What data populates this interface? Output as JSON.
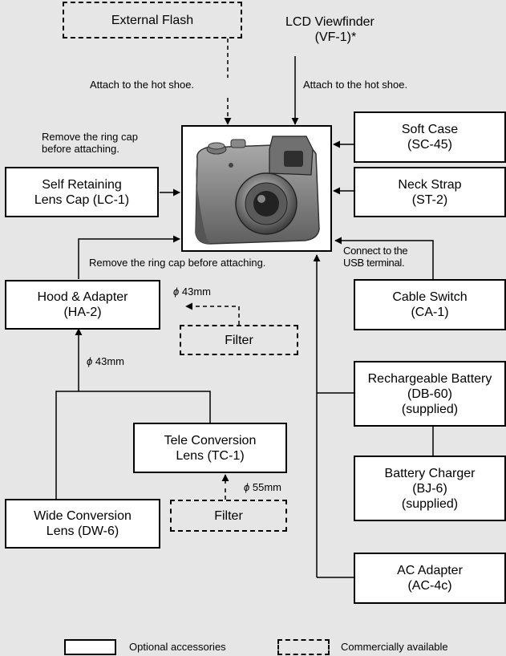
{
  "accessories": {
    "external_flash": [
      "External Flash"
    ],
    "lcd_viewfinder": [
      "LCD Viewfinder",
      "(VF-1)*"
    ],
    "soft_case": [
      "Soft Case",
      "(SC-45)"
    ],
    "neck_strap": [
      "Neck Strap",
      "(ST-2)"
    ],
    "self_retaining_cap": [
      "Self Retaining",
      "Lens Cap (LC-1)"
    ],
    "hood_adapter": [
      "Hood & Adapter",
      "(HA-2)"
    ],
    "filter_1": [
      "Filter"
    ],
    "cable_switch": [
      "Cable Switch",
      "(CA-1)"
    ],
    "battery": [
      "Rechargeable Battery",
      "(DB-60)",
      "(supplied)"
    ],
    "tele_conversion": [
      "Tele Conversion",
      "Lens (TC-1)"
    ],
    "charger": [
      "Battery Charger",
      "(BJ-6)",
      "(supplied)"
    ],
    "wide_conversion": [
      "Wide Conversion",
      "Lens (DW-6)"
    ],
    "filter_2": [
      "Filter"
    ],
    "ac_adapter": [
      "AC Adapter",
      "(AC-4c)"
    ]
  },
  "notes": {
    "hot_shoe_left": "Attach to the hot shoe.",
    "hot_shoe_right": "Attach to the hot shoe.",
    "ring_cap_1": "Remove the ring cap",
    "ring_cap_2": "before attaching.",
    "ring_cap_long": "Remove the ring cap before attaching.",
    "usb_1": "Connect to the",
    "usb_2": "USB terminal.",
    "phi_symbol": "ϕ",
    "diam_43_a": "43mm",
    "diam_43_b": "43mm",
    "diam_55": "55mm"
  },
  "legend": {
    "optional": "Optional accessories",
    "commercial": "Commercially available"
  }
}
